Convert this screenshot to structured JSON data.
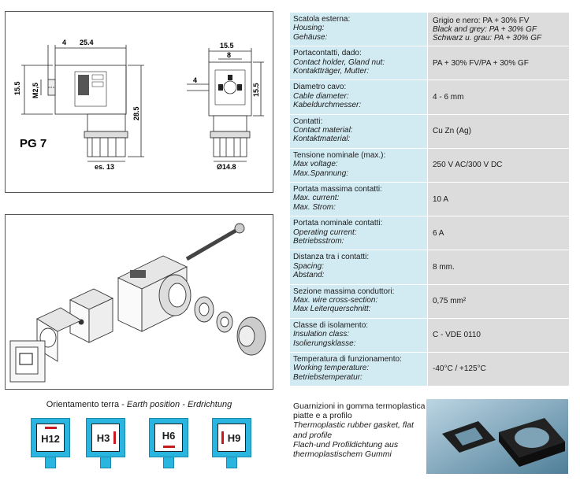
{
  "drawing": {
    "model_label": "PG 7",
    "dims": {
      "d4": "4",
      "d25_4": "25.4",
      "d15_5_left": "15.5",
      "m2_5": "M2,5",
      "d28_5": "28.5",
      "es13": "es. 13",
      "d15_5_top": "15.5",
      "d8": "8",
      "d4_right": "4",
      "d15_5_right": "15.5",
      "d14_8": "Ø14.8"
    }
  },
  "specs": [
    {
      "it": "Scatola esterna:",
      "en": "Housing:",
      "de": "Gehäuse:",
      "values": [
        "Grigio e nero: PA + 30% FV",
        "Black and grey: PA + 30% GF",
        "Schwarz u. grau: PA + 30% GF"
      ]
    },
    {
      "it": "Portacontatti, dado:",
      "en": "Contact holder, Gland nut:",
      "de": "Kontaktträger, Mutter:",
      "values": [
        "PA + 30% FV/PA + 30% GF"
      ]
    },
    {
      "it": "Diametro cavo:",
      "en": "Cable diameter:",
      "de": "Kabeldurchmesser:",
      "values": [
        "4 - 6 mm"
      ]
    },
    {
      "it": "Contatti:",
      "en": "Contact material:",
      "de": "Kontaktmaterial:",
      "values": [
        "Cu Zn (Ag)"
      ]
    },
    {
      "it": "Tensione nominale (max.):",
      "en": "Max voltage:",
      "de": "Max.Spannung:",
      "values": [
        "250 V AC/300 V DC"
      ]
    },
    {
      "it": "Portata massima contatti:",
      "en": "Max. current:",
      "de": "Max. Strom:",
      "values": [
        "10 A"
      ]
    },
    {
      "it": "Portata nominale contatti:",
      "en": "Operating current:",
      "de": "Betriebsstrom:",
      "values": [
        "6 A"
      ]
    },
    {
      "it": "Distanza tra i contatti:",
      "en": "Spacing:",
      "de": "Abstand:",
      "values": [
        "8 mm."
      ]
    },
    {
      "it": "Sezione massima conduttori:",
      "en": "Max. wire cross-section:",
      "de": "Max Leiterquerschnitt:",
      "values": [
        "0,75 mm²"
      ]
    },
    {
      "it": "Classe di isolamento:",
      "en": "Insulation class:",
      "de": "Isolierungsklasse:",
      "values": [
        "C - VDE 0110"
      ]
    },
    {
      "it": "Temperatura di funzionamento:",
      "en": "Working temperature:",
      "de": "Betriebstemperatur:",
      "values": [
        "-40°C / +125°C"
      ]
    }
  ],
  "earth": {
    "title_it": "Orientamento terra - ",
    "title_en": "Earth position",
    "title_sep": " - ",
    "title_de": "Erdrichtung",
    "positions": [
      {
        "label": "H12",
        "mark": "top"
      },
      {
        "label": "H3",
        "mark": "right"
      },
      {
        "label": "H6",
        "mark": "bottom"
      },
      {
        "label": "H9",
        "mark": "left"
      }
    ]
  },
  "gasket": {
    "it": "Guarnizioni in gomma termoplastica piatte e a profilo",
    "en": "Thermoplastic rubber gasket, flat and profile",
    "de": "Flach-und Profildichtung aus thermoplastischem Gummi"
  },
  "colors": {
    "label_cell": "#d2ebf3",
    "value_cell": "#dcdcdc",
    "earth_blue": "#2ab5e0",
    "earth_mark": "#c8191f"
  }
}
